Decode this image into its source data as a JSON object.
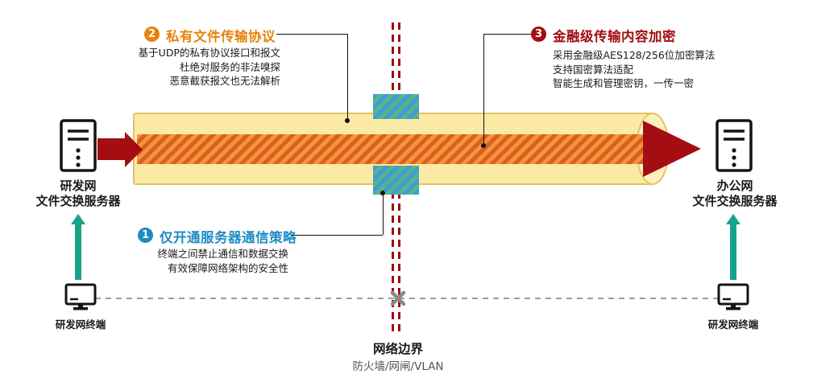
{
  "colors": {
    "orange": "#E8820C",
    "dark_red": "#A40E13",
    "blue": "#1E8BC3",
    "green": "#16A489",
    "tube_fill": "#FBE9A6",
    "tube_cap": "#FCF1BE",
    "tube_border": "#E3C45E",
    "band_light": "#F2953F",
    "band_dark": "#DE5E1E",
    "hatch_blue": "#3E9CD8",
    "hatch_green": "#55B588",
    "boundary_red": "#9E0B0F",
    "line_gray": "#9D9D9D"
  },
  "callouts": {
    "c1": {
      "num": "1",
      "title": "仅开通服务器通信策略",
      "lines": [
        "终端之间禁止通信和数据交换",
        "有效保障网络架构的安全性"
      ]
    },
    "c2": {
      "num": "2",
      "title": "私有文件传输协议",
      "lines": [
        "基于UDP的私有协议接口和报文",
        "杜绝对服务的非法嗅探",
        "恶意截获报文也无法解析"
      ]
    },
    "c3": {
      "num": "3",
      "title": "金融级传输内容加密",
      "lines": [
        "采用金融级AES128/256位加密算法",
        "支持国密算法适配",
        "智能生成和管理密钥，一传一密"
      ]
    }
  },
  "nodes": {
    "left_server": {
      "name": "研发网",
      "type": "文件交换服务器"
    },
    "right_server": {
      "name": "办公网",
      "type": "文件交换服务器"
    },
    "left_terminal": {
      "label": "研发网终端"
    },
    "right_terminal": {
      "label": "研发网终端"
    }
  },
  "boundary": {
    "title": "网络边界",
    "subtitle": "防火墙/网闸/VLAN"
  }
}
